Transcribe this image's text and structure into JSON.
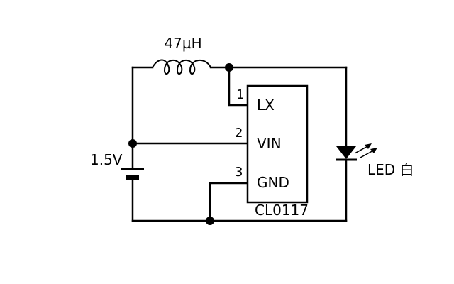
{
  "inductor": {
    "value": "47µH"
  },
  "battery": {
    "value": "1.5V"
  },
  "ic": {
    "part_number": "CL0117",
    "pins": [
      {
        "number": "1",
        "name": "LX"
      },
      {
        "number": "2",
        "name": "VIN"
      },
      {
        "number": "3",
        "name": "GND"
      }
    ]
  },
  "led": {
    "label": "LED 白"
  },
  "colors": {
    "ink": "#000000",
    "background": "#ffffff"
  }
}
